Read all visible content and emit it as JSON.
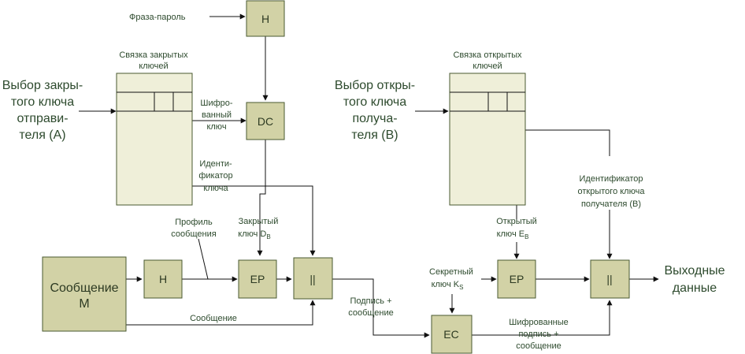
{
  "boxes": {
    "h_top": "H",
    "dc": "DC",
    "message": [
      "Сообщение",
      "M"
    ],
    "h_mid": "H",
    "ep_left": "EP",
    "concat_left": "||",
    "ec": "EC",
    "ep_right": "EP",
    "concat_right": "||"
  },
  "rings": {
    "private": [
      "Связка закрытых",
      "ключей"
    ],
    "public": [
      "Связка открытых",
      "ключей"
    ]
  },
  "labels": {
    "passphrase": "Фраза-пароль",
    "select_private": [
      "Выбор закры-",
      "того ключа",
      "отправи-",
      "теля (A)"
    ],
    "encrypted_key": [
      "Шифро-",
      "ванный",
      "ключ"
    ],
    "key_id": [
      "Иденти-",
      "фикатор",
      "ключа"
    ],
    "profile": [
      "Профиль",
      "сообщения"
    ],
    "private_key": [
      "Закрытый",
      "ключ D"
    ],
    "private_key_sub": "B",
    "message_line": "Сообщение",
    "signature_message": [
      "Подпись +",
      "сообщение"
    ],
    "select_public": [
      "Выбор откры-",
      "того ключа",
      "получа-",
      "теля (B)"
    ],
    "recipient_key_id": [
      "Идентификатор",
      "открытого ключа",
      "получателя (B)"
    ],
    "public_key": [
      "Открытый",
      "ключ E"
    ],
    "public_key_sub": "B",
    "secret_key": [
      "Секретный",
      "ключ K"
    ],
    "secret_key_sub": "S",
    "encrypted_sig": [
      "Шифрованные",
      "подпись +",
      "сообщение"
    ],
    "output": [
      "Выходные",
      "данные"
    ]
  },
  "colors": {
    "box_fill": "#d2d2a6",
    "ring_fill": "#efefd9",
    "text": "#2d4a2d"
  }
}
